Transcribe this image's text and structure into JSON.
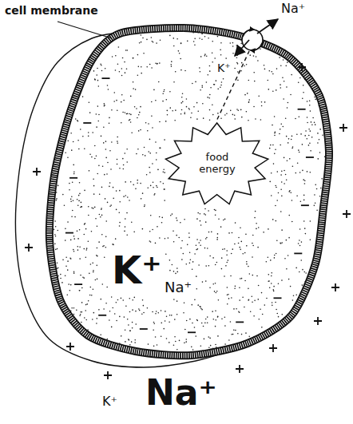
{
  "diagram": {
    "nodes": [
      {
        "text": [
          "food energy"
        ]
      }
    ],
    "labels": [
      "cell membrane",
      "Na⁺",
      "K⁺",
      "K⁺",
      "Na⁺",
      "K⁺",
      "Na⁺"
    ]
  }
}
